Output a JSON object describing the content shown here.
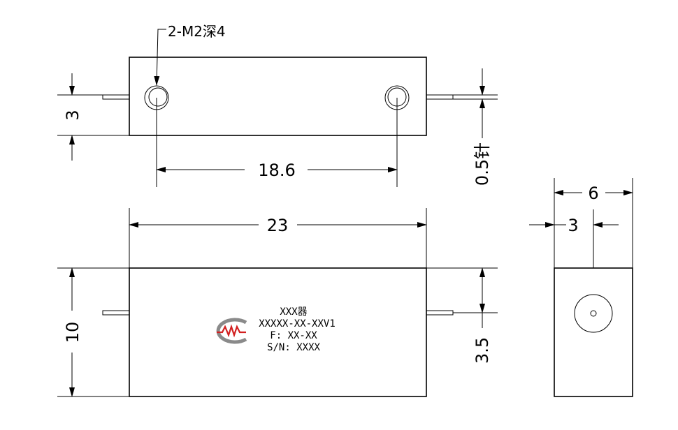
{
  "callout": {
    "hole_spec": "2-M2深4"
  },
  "dimensions": {
    "top_height": "3",
    "hole_spacing": "18.6",
    "pin_diameter": "0.5针",
    "total_length": "23",
    "front_height": "10",
    "pin_offset": "3.5",
    "side_width": "6",
    "side_pin_offset": "3"
  },
  "nameplate": {
    "line1": "XXX器",
    "line2": "XXXXX-XX-XXV1",
    "line3": "F: XX-XX",
    "line4": "S/N: XXXX",
    "logo": "MW-logo"
  },
  "colors": {
    "logo_red": "#d22020",
    "logo_gray": "#8a8a8a"
  }
}
